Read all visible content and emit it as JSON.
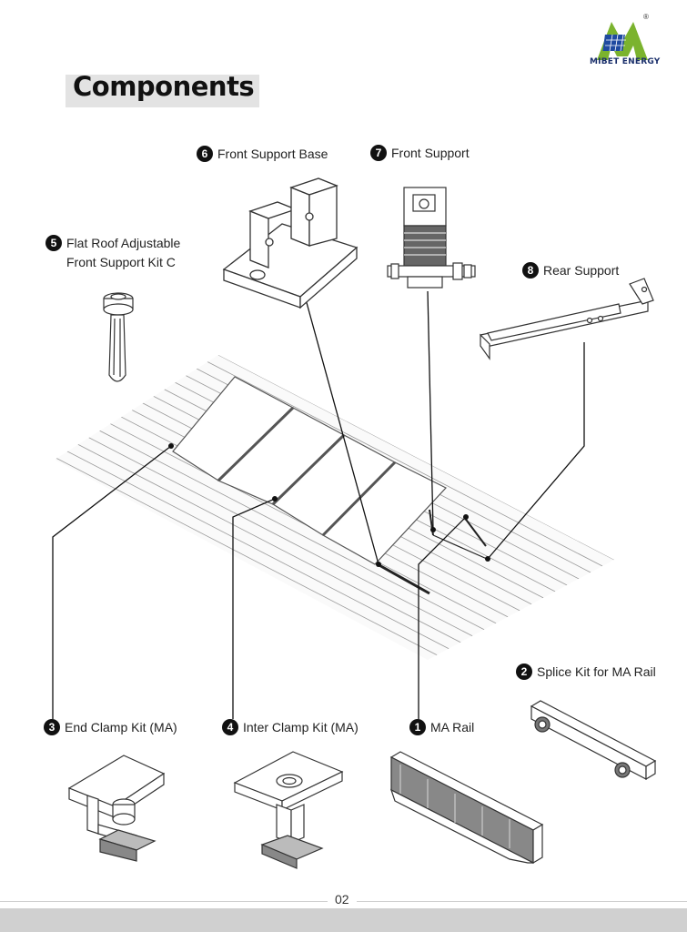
{
  "header": {
    "title": "Components",
    "brand": "MIBET ENERGY",
    "registered_mark": "®"
  },
  "colors": {
    "brand_green": "#7bb32e",
    "brand_blue": "#1f4aa0",
    "accent_black": "#111111"
  },
  "components": [
    {
      "num": "1",
      "name": "MA Rail"
    },
    {
      "num": "2",
      "name": "Splice Kit for MA Rail"
    },
    {
      "num": "3",
      "name": "End Clamp Kit (MA)"
    },
    {
      "num": "4",
      "name": "Inter Clamp Kit (MA)"
    },
    {
      "num": "5",
      "name": "Flat Roof Adjustable",
      "name_line2": "Front Support Kit C"
    },
    {
      "num": "6",
      "name": "Front Support Base"
    },
    {
      "num": "7",
      "name": "Front Support"
    },
    {
      "num": "8",
      "name": "Rear Support"
    }
  ],
  "footer": {
    "page": "02"
  }
}
